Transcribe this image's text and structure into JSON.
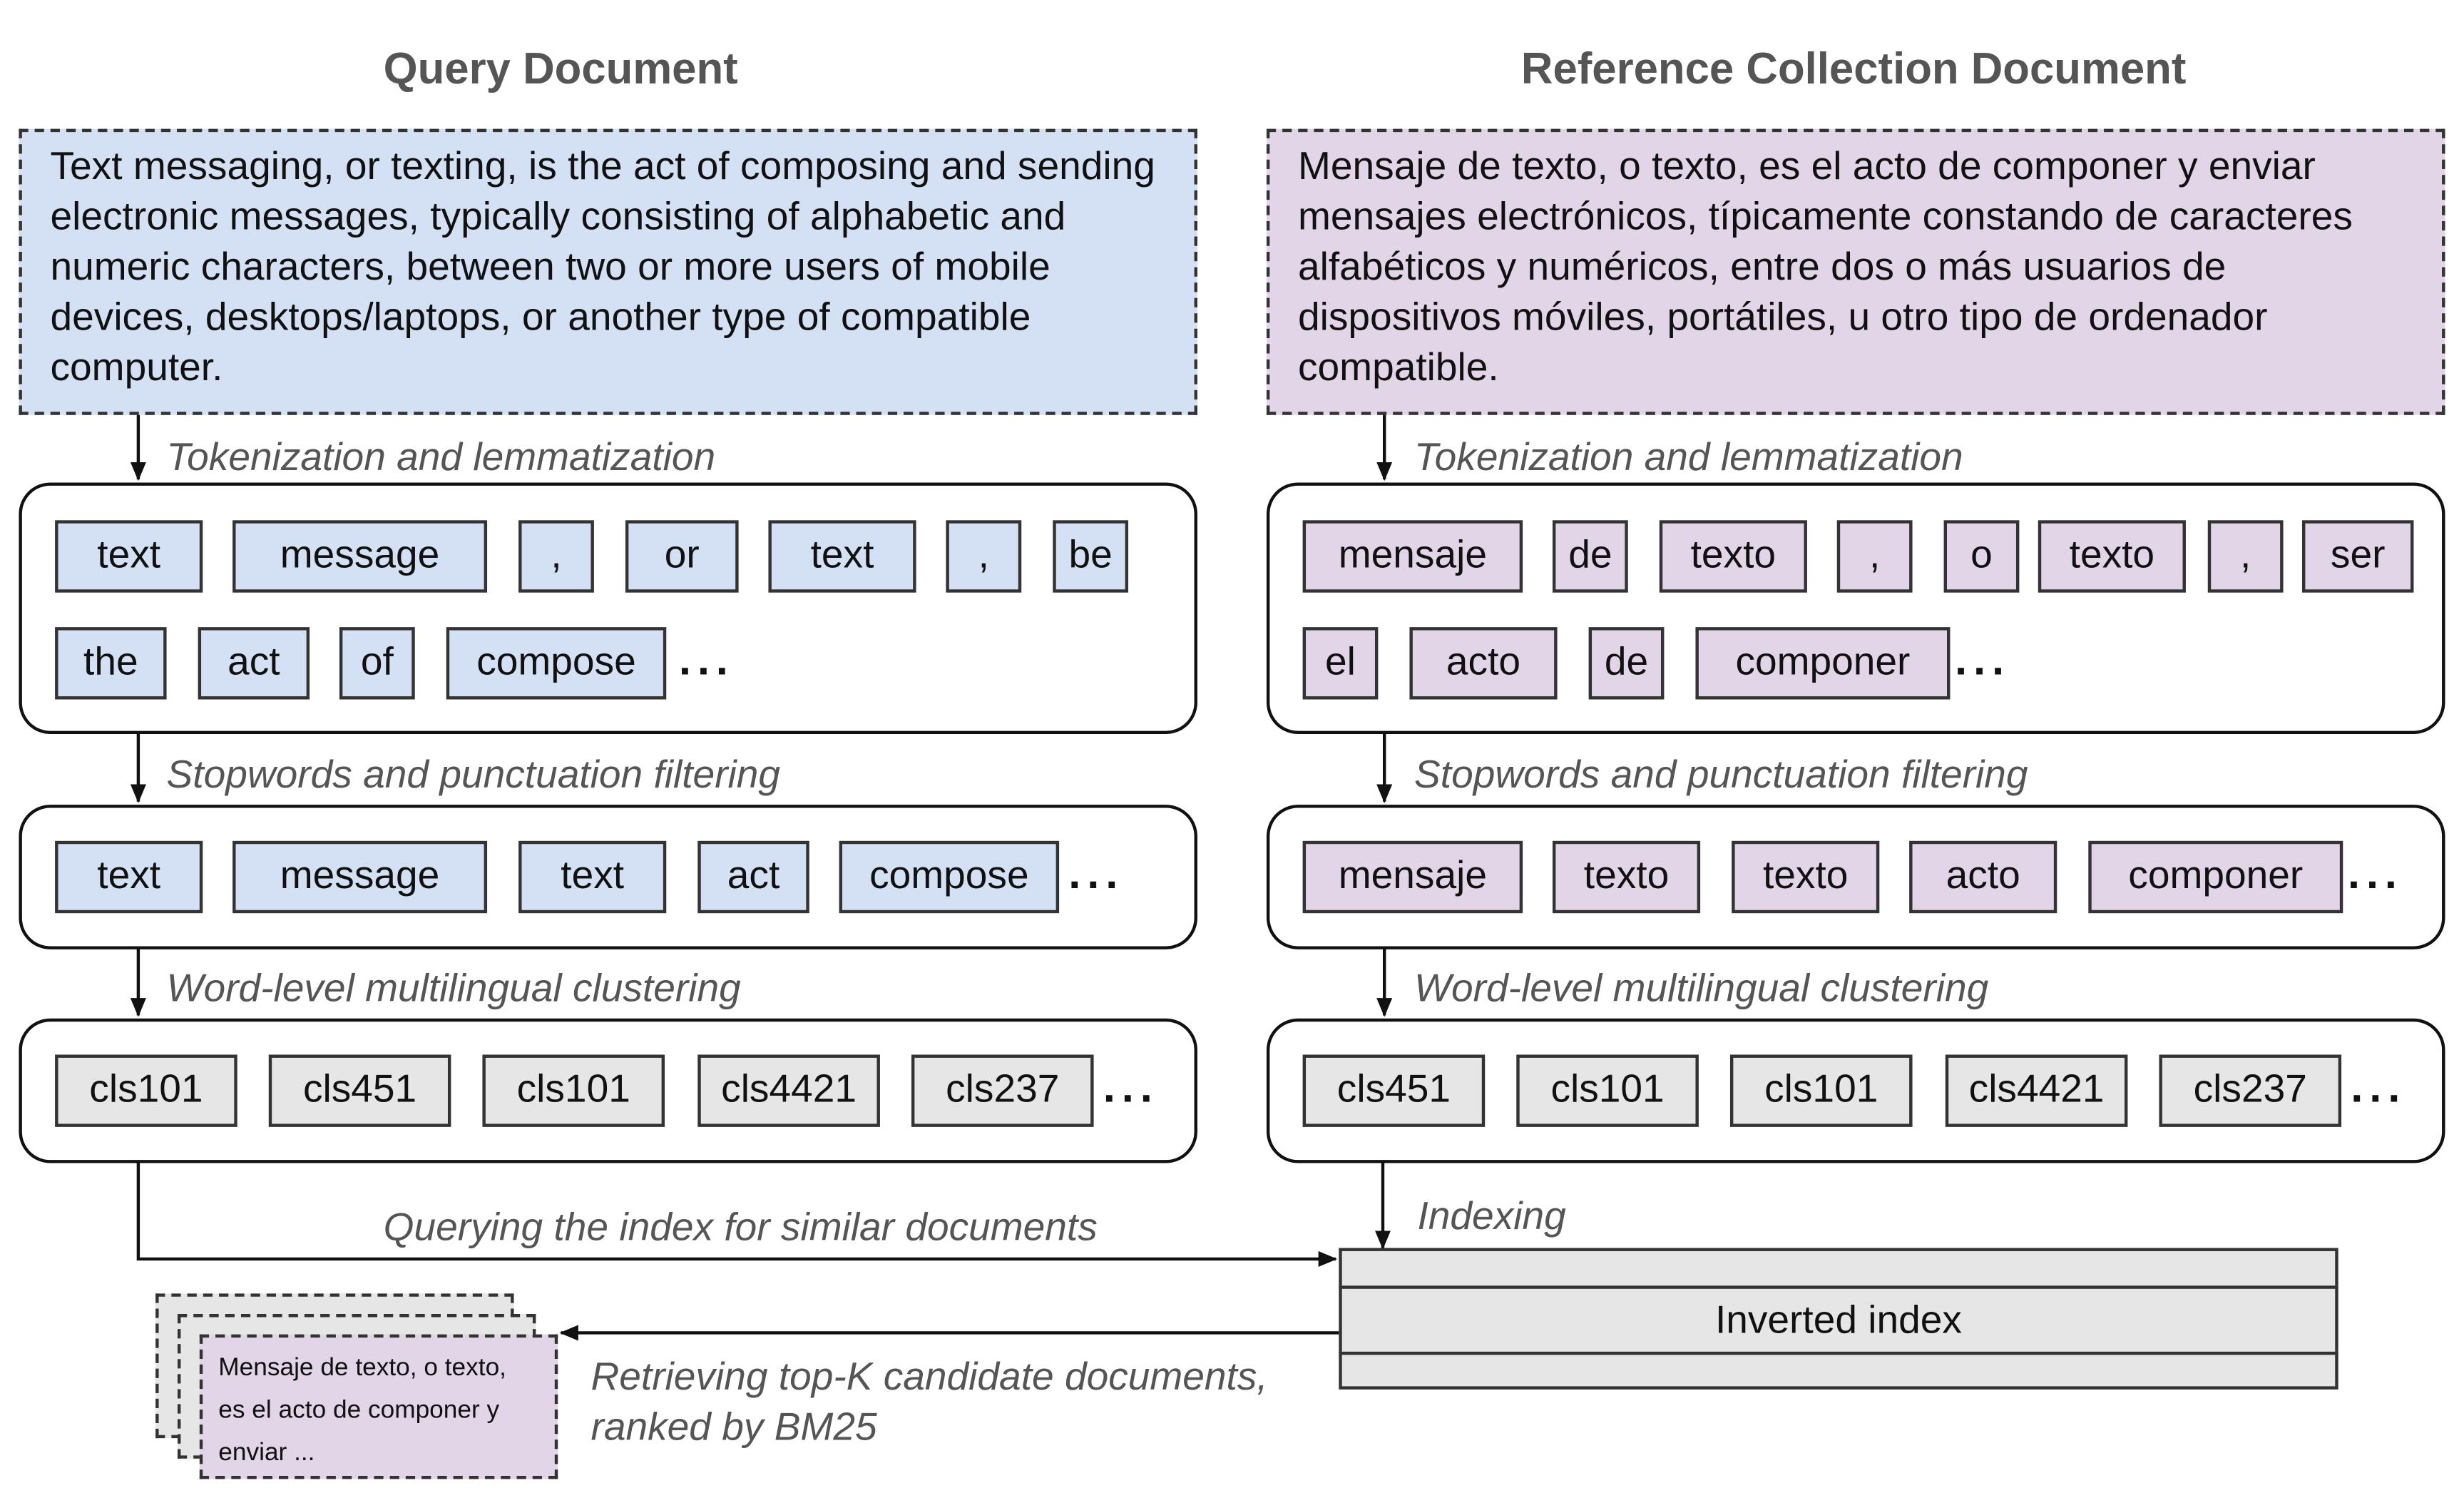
{
  "query": {
    "title": "Query Document",
    "text": "Text messaging, or texting, is the act of composing and sending electronic messages, typically consisting of alphabetic and numeric characters, between two or more users of mobile devices, desktops/laptops, or another type of compatible computer.",
    "tokens_row1": [
      "text",
      "message",
      ",",
      "or",
      "text",
      ",",
      "be"
    ],
    "tokens_row2": [
      "the",
      "act",
      "of",
      "compose"
    ],
    "filtered": [
      "text",
      "message",
      "text",
      "act",
      "compose"
    ],
    "clusters": [
      "cls101",
      "cls451",
      "cls101",
      "cls4421",
      "cls237"
    ]
  },
  "reference": {
    "title": "Reference Collection Document",
    "text": "Mensaje de texto, o texto, es el acto de componer y enviar mensajes electrónicos, típicamente constando de caracteres alfabéticos y numéricos, entre dos o más usuarios de dispositivos móviles, portátiles, u otro tipo de ordenador compatible.",
    "tokens_row1": [
      "mensaje",
      "de",
      "texto",
      ",",
      "o",
      "texto",
      ",",
      "ser"
    ],
    "tokens_row2": [
      "el",
      "acto",
      "de",
      "componer"
    ],
    "filtered": [
      "mensaje",
      "texto",
      "texto",
      "acto",
      "componer"
    ],
    "clusters": [
      "cls451",
      "cls101",
      "cls101",
      "cls4421",
      "cls237"
    ]
  },
  "steps": {
    "tokenization": "Tokenization and lemmatization",
    "filtering": "Stopwords and punctuation filtering",
    "clustering": "Word-level multilingual clustering",
    "indexing": "Indexing",
    "querying": "Querying the index for similar documents",
    "retrieving_line1": "Retrieving top-K candidate documents,",
    "retrieving_line2": "ranked by BM25"
  },
  "inverted_index": {
    "label": "Inverted index"
  },
  "candidate_doc": {
    "line1": "Mensaje de texto, o texto,",
    "line2": "es el acto de componer y",
    "line3": "enviar ..."
  },
  "ellipsis": "...",
  "colors": {
    "query_fill": "#d4e1f4",
    "reference_fill": "#e1d5e7",
    "cluster_fill": "#e6e6e6",
    "step_text": "#555555"
  }
}
